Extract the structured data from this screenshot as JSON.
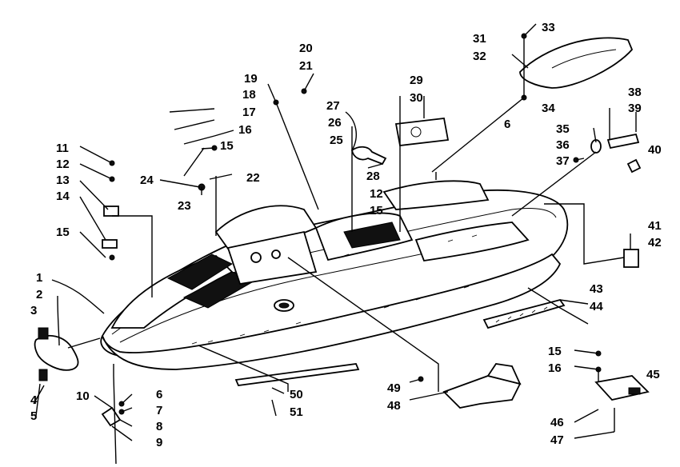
{
  "callouts": [
    "1",
    "2",
    "3",
    "4",
    "5",
    "6",
    "7",
    "8",
    "9",
    "10",
    "11",
    "12",
    "13",
    "14",
    "15",
    "16",
    "17",
    "18",
    "19",
    "20",
    "21",
    "22",
    "23",
    "24",
    "25",
    "26",
    "27",
    "28",
    "29",
    "30",
    "31",
    "32",
    "33",
    "34",
    "35",
    "36",
    "37",
    "38",
    "39",
    "40",
    "41",
    "42",
    "43",
    "44",
    "45",
    "46",
    "47",
    "48",
    "49",
    "50",
    "51"
  ]
}
